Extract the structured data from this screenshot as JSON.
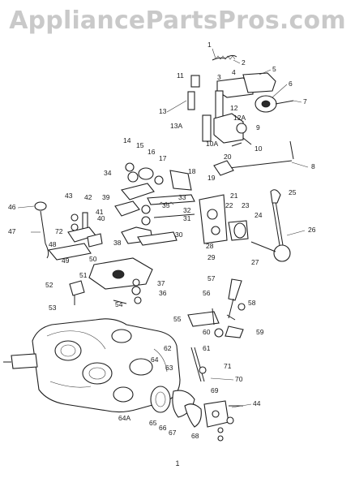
{
  "watermark": "AppliancePartsPros.com",
  "page_number": "1",
  "callouts": [
    "1",
    "2",
    "3",
    "4",
    "5",
    "6",
    "7",
    "8",
    "9",
    "10",
    "10A",
    "11",
    "12",
    "12A",
    "13",
    "13A",
    "14",
    "15",
    "16",
    "17",
    "18",
    "19",
    "20",
    "21",
    "22",
    "23",
    "24",
    "25",
    "26",
    "27",
    "28",
    "29",
    "30",
    "31",
    "32",
    "33",
    "34",
    "35",
    "36",
    "37",
    "38",
    "39",
    "40",
    "41",
    "42",
    "43",
    "44",
    "46",
    "47",
    "48",
    "49",
    "50",
    "51",
    "52",
    "53",
    "54",
    "55",
    "56",
    "57",
    "58",
    "59",
    "60",
    "61",
    "62",
    "63",
    "64",
    "64A",
    "65",
    "66",
    "67",
    "68",
    "69",
    "70",
    "71",
    "72"
  ]
}
